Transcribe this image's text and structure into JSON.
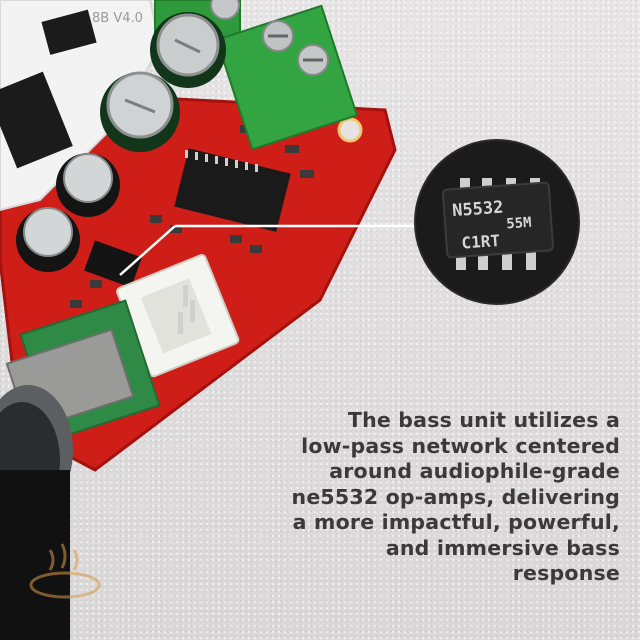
{
  "board": {
    "module_label": "8B V4.0",
    "chip_marking_line1": "N5532",
    "chip_marking_line2": "55M",
    "chip_marking_line3": "C1RT",
    "pcb_color": "#d8201a",
    "terminal_color": "#2f9a3c"
  },
  "caption": {
    "lines": [
      "The bass unit utilizes a",
      "low-pass network centered",
      "around audiophile-grade",
      "ne5532 op-amps, delivering",
      "a more impactful, powerful,",
      "and immersive bass",
      "response"
    ]
  }
}
